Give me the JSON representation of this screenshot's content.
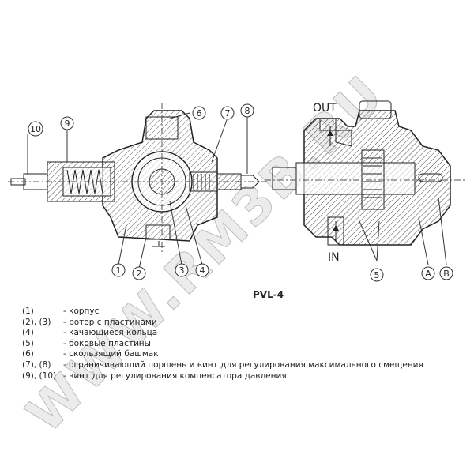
{
  "diagram": {
    "title": "PVL-4",
    "flow_labels": {
      "out": "OUT",
      "in": "IN"
    },
    "callouts": [
      "1",
      "2",
      "3",
      "4",
      "5",
      "6",
      "7",
      "8",
      "9",
      "10",
      "A",
      "B"
    ],
    "legend": [
      {
        "key": "(1)",
        "text": "- корпус"
      },
      {
        "key": "(2), (3)",
        "text": "- ротор с пластинами"
      },
      {
        "key": "(4)",
        "text": "- качающиеся кольца"
      },
      {
        "key": "(5)",
        "text": "- боковые пластины"
      },
      {
        "key": "(6)",
        "text": "- скользящий башмак"
      },
      {
        "key": "(7), (8)",
        "text": "- ограничивающий поршень и винт для регулирования максимального смещения"
      },
      {
        "key": "(9), (10)",
        "text": "- винт для регулирования компенсатора давления"
      }
    ],
    "watermark": "WWW.RM3B.RU"
  }
}
